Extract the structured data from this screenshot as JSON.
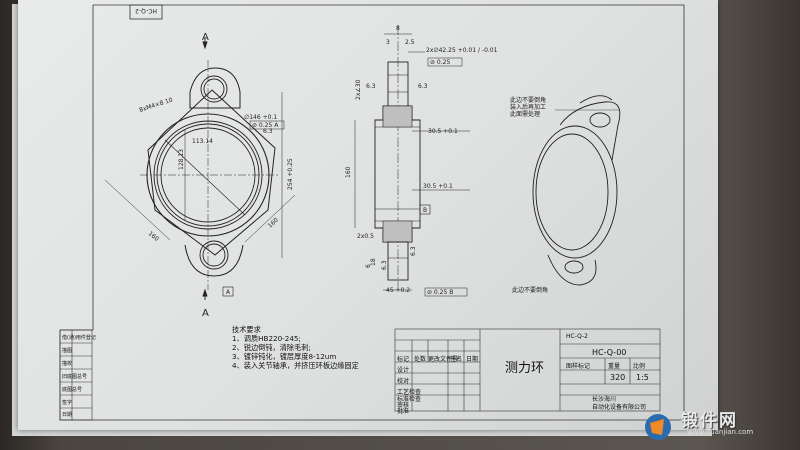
{
  "drawing": {
    "code_top": "HC-Q-2",
    "left_view": {
      "section_label_top": "A",
      "section_label_bottom": "A",
      "datum_a": "A",
      "dim_chamfer": "8xM4×8 10",
      "dim_114": "113.14",
      "dim_128": "128.13",
      "dim_phi146": "∅146 +0.1",
      "tol_frame": "⊘ 0.25 A",
      "dim_254": "254 +0.25",
      "dim_160_left": "160",
      "dim_160_right": "160",
      "dim_6": "6",
      "ra": "6.3"
    },
    "section_view": {
      "top_dims": [
        "8",
        "3",
        "2.5"
      ],
      "dim_2x_phi": "2x∅42.25  +0.01 / -0.01",
      "tol_025": "⊘ 0.25",
      "dim_30_5": "30.5 +0.1",
      "dim_30_5b": "30.5 +0.1",
      "dim_2x": "2x0.5",
      "dim_160": "160",
      "dim_45": "45 +0.2",
      "tol_bottom": "⊘ 0.25 B",
      "datum_b": "B",
      "chamfer_top": "2x∠30",
      "ra_list": [
        "6.3",
        "6.3",
        "6.3",
        "6.3"
      ],
      "side_dims": [
        "6",
        "18"
      ]
    },
    "iso_view": {
      "note_top": "此边不要倒角\n装入后再加工\n此面需处理",
      "note_bottom": "此边不要倒角"
    }
  },
  "tech_req": {
    "title": "技术要求",
    "items": [
      "1、调质HB220-245;",
      "2、锐边倒钝，清除毛刺;",
      "3、镀锌钝化，镀层厚度8-12um",
      "4、装入关节轴承，并挤压环板边缘固定"
    ]
  },
  "revision_column": {
    "items": [
      "借(通)用件登记",
      "描图",
      "描校",
      "旧底图总号",
      "底图总号",
      "签字",
      "日期"
    ]
  },
  "title_block": {
    "code": "HC-Q-2",
    "drawing_no": "HC-Q-00",
    "part_name": "测力环",
    "quantity": "320",
    "scale": "1:5",
    "stage_label": "图样标记",
    "weight_label": "重量",
    "scale_label": "比例",
    "headers": [
      "标记",
      "处数",
      "更改文件号",
      "签名",
      "日期"
    ],
    "roles": [
      "设计",
      "校对",
      "工艺检查",
      "标准检查",
      "审核",
      "批准"
    ],
    "company": "长沙海川\n自动化设备有限公司"
  },
  "watermark": {
    "text": "锻件网",
    "url": "www.duanjian.com"
  }
}
